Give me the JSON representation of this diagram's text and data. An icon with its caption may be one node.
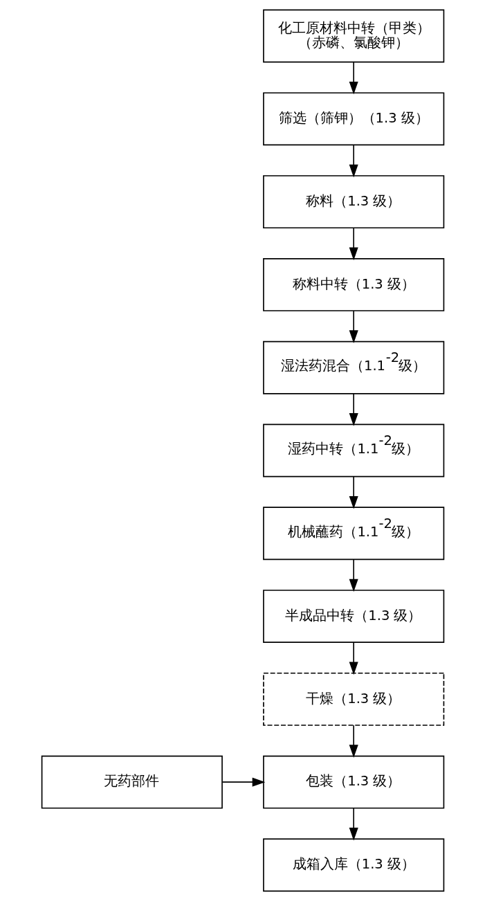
{
  "diagram": {
    "nodes": [
      {
        "text": [
          "化工原材料中转（甲类）",
          "（赤磷、氯酸钾）"
        ]
      },
      {
        "text": [
          "筛选（筛钾）（1.3 级）"
        ]
      },
      {
        "text": [
          "称料（1.3 级）"
        ]
      },
      {
        "text": [
          "称料中转（1.3 级）"
        ]
      },
      {
        "text": [
          "湿法药混合（1.1$^{-2}$级）"
        ]
      },
      {
        "text": [
          "湿药中转（1.1$^{-2}$级）"
        ]
      },
      {
        "text": [
          "机械蘸药（1.1$^{-2}$级）"
        ]
      },
      {
        "text": [
          "半成品中转（1.3 级）"
        ]
      },
      {
        "text": [
          "干燥（1.3 级）"
        ]
      },
      {
        "text": [
          "无药部件"
        ]
      },
      {
        "text": [
          "包装（1.3 级）"
        ]
      },
      {
        "text": [
          "成箱入库（1.3 级）"
        ]
      }
    ],
    "edges": [
      {
        "from": 0,
        "to": 1,
        "arrow": "to"
      },
      {
        "from": 1,
        "to": 2,
        "arrow": "to"
      },
      {
        "from": 2,
        "to": 3,
        "arrow": "to"
      },
      {
        "from": 3,
        "to": 4,
        "arrow": "to"
      },
      {
        "from": 4,
        "to": 5,
        "arrow": "to"
      },
      {
        "from": 5,
        "to": 6,
        "arrow": "to"
      },
      {
        "from": 6,
        "to": 7,
        "arrow": "to"
      },
      {
        "from": 7,
        "to": 8,
        "arrow": "to"
      },
      {
        "from": 8,
        "to": 10,
        "arrow": "to"
      },
      {
        "from": 9,
        "to": 10,
        "arrow": "to"
      },
      {
        "from": 10,
        "to": 11,
        "arrow": "to"
      }
    ]
  }
}
